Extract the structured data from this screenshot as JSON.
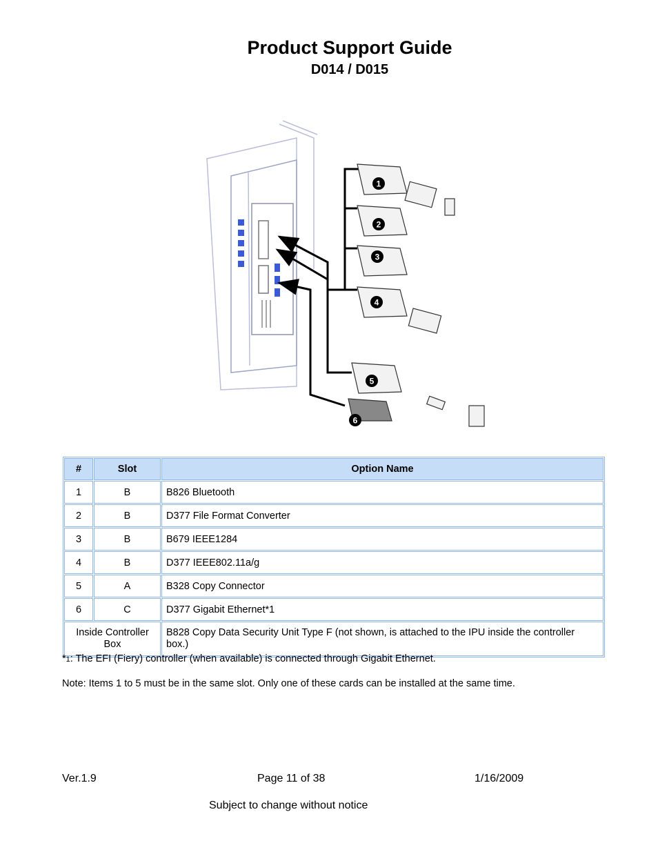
{
  "header": {
    "title": "Product Support Guide",
    "subtitle": "D014 / D015"
  },
  "figure": {
    "callouts": [
      "1",
      "2",
      "3",
      "4",
      "5",
      "6"
    ]
  },
  "table": {
    "headers": [
      "#",
      "Slot",
      "Option Name"
    ],
    "rows": [
      {
        "num": "1",
        "slot": "B",
        "name": "B826 Bluetooth"
      },
      {
        "num": "2",
        "slot": "B",
        "name": "D377 File Format Converter"
      },
      {
        "num": "3",
        "slot": "B",
        "name": "B679 IEEE1284"
      },
      {
        "num": "4",
        "slot": "B",
        "name": "D377 IEEE802.11a/g"
      },
      {
        "num": "5",
        "slot": "A",
        "name": "B328 Copy Connector"
      },
      {
        "num": "6",
        "slot": "C",
        "name": "D377 Gigabit Ethernet*1"
      }
    ],
    "last_row": {
      "label": "Inside Controller Box",
      "name": "B828 Copy Data Security Unit Type F (not shown, is attached to the IPU inside the controller box.)"
    }
  },
  "footnote": {
    "star": "*",
    "mark": "1",
    "text": ": The EFI (Fiery) controller (when available) is connected through Gigabit Ethernet."
  },
  "note": "Note: Items 1 to 5 must be in the same slot. Only one of these cards can be installed at the same time.",
  "footer": {
    "version": "Ver.1.9",
    "page": "Page 11 of 38",
    "date": "1/16/2009",
    "notice": "Subject to change without notice"
  }
}
